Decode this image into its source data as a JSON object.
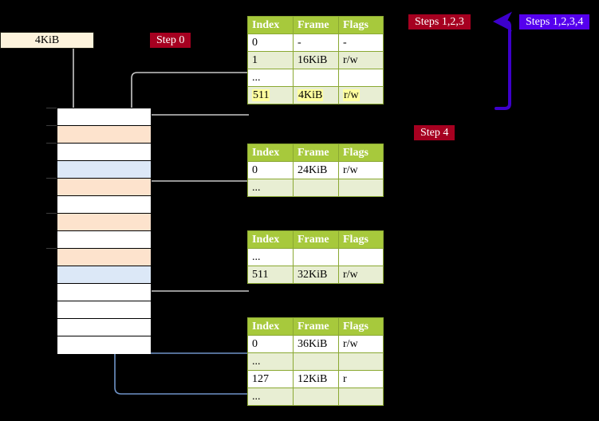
{
  "memory_box": {
    "label": "4KiB"
  },
  "badges": [
    {
      "id": "step0",
      "label": "Step 0",
      "color": "#a60020"
    },
    {
      "id": "step4",
      "label": "Step 4",
      "color": "#a60020"
    },
    {
      "id": "steps123",
      "label": "Steps 1,2,3",
      "color": "#a60020"
    },
    {
      "id": "steps1234",
      "label": "Steps 1,2,3,4",
      "color": "#5500ee"
    }
  ],
  "memory_column": {
    "rows": [
      {
        "fill": "white"
      },
      {
        "fill": "orange"
      },
      {
        "fill": "white"
      },
      {
        "fill": "blue"
      },
      {
        "fill": "orange"
      },
      {
        "fill": "white"
      },
      {
        "fill": "orange"
      },
      {
        "fill": "white"
      },
      {
        "fill": "orange"
      },
      {
        "fill": "blue"
      },
      {
        "fill": "white"
      },
      {
        "fill": "white"
      },
      {
        "fill": "white"
      },
      {
        "fill": "white"
      }
    ]
  },
  "tables": {
    "headers": [
      "Index",
      "Frame",
      "Flags"
    ],
    "level1": {
      "rows": [
        {
          "index": "0",
          "frame": "-",
          "flags": "-",
          "shade": "norm",
          "highlight": false
        },
        {
          "index": "1",
          "frame": "16KiB",
          "flags": "r/w",
          "shade": "alt",
          "highlight": false
        },
        {
          "index": "...",
          "frame": "",
          "flags": "",
          "shade": "norm",
          "highlight": false
        },
        {
          "index": "511",
          "frame": "4KiB",
          "flags": "r/w",
          "shade": "alt",
          "highlight": true
        }
      ]
    },
    "level2": {
      "rows": [
        {
          "index": "0",
          "frame": "24KiB",
          "flags": "r/w",
          "shade": "norm",
          "highlight": false
        },
        {
          "index": "...",
          "frame": "",
          "flags": "",
          "shade": "alt",
          "highlight": false
        }
      ]
    },
    "level3": {
      "rows": [
        {
          "index": "...",
          "frame": "",
          "flags": "",
          "shade": "norm",
          "highlight": false
        },
        {
          "index": "511",
          "frame": "32KiB",
          "flags": "r/w",
          "shade": "alt",
          "highlight": false
        }
      ]
    },
    "level4": {
      "rows": [
        {
          "index": "0",
          "frame": "36KiB",
          "flags": "r/w",
          "shade": "norm",
          "highlight": false
        },
        {
          "index": "...",
          "frame": "",
          "flags": "",
          "shade": "alt",
          "highlight": false
        },
        {
          "index": "127",
          "frame": "12KiB",
          "flags": "r",
          "shade": "norm",
          "highlight": false
        },
        {
          "index": "...",
          "frame": "",
          "flags": "",
          "shade": "alt",
          "highlight": false
        }
      ]
    }
  },
  "colors": {
    "background": "#000000",
    "table_header": "#a7c93c",
    "table_alt_row": "#e8eed3",
    "table_border": "#8aa832",
    "highlight": "#ffff9e",
    "memory_orange": "#fde3cd",
    "memory_blue": "#dce8f7",
    "kib_box": "#fdf3dc",
    "wire_gray": "#c8c8c8",
    "wire_blue": "#6f93c7",
    "badge_red": "#a60020",
    "badge_violet": "#5500ee"
  }
}
